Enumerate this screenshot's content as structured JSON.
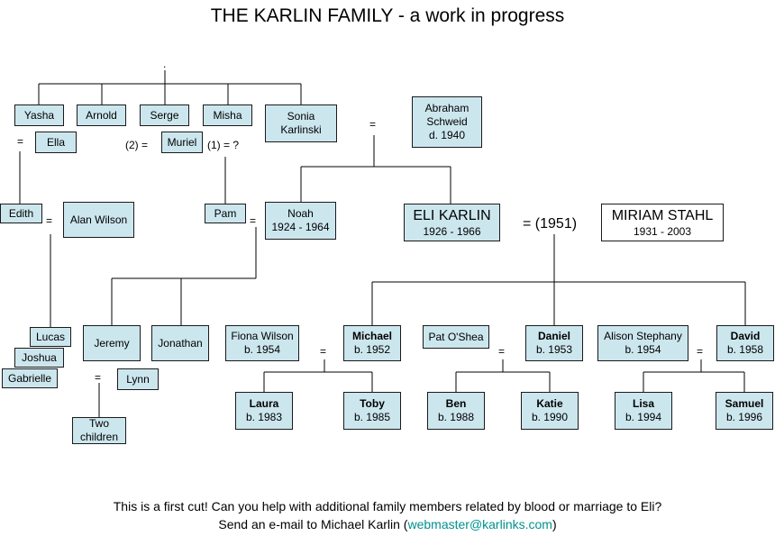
{
  "title": "THE KARLIN FAMILY  - a work in progress",
  "top_mark": ".",
  "people": {
    "yasha": {
      "name": "Yasha"
    },
    "arnold": {
      "name": "Arnold"
    },
    "serge": {
      "name": "Serge"
    },
    "misha": {
      "name": "Misha"
    },
    "sonia": {
      "name": "Sonia",
      "name2": "Karlinski"
    },
    "abraham": {
      "name": "Abraham",
      "name2": "Schweid",
      "dates": "d. 1940"
    },
    "ella": {
      "name": "Ella"
    },
    "muriel": {
      "name": "Muriel"
    },
    "edith": {
      "name": "Edith"
    },
    "alan": {
      "name": "Alan Wilson"
    },
    "pam": {
      "name": "Pam"
    },
    "noah": {
      "name": "Noah",
      "dates": "1924 - 1964"
    },
    "eli": {
      "name": "ELI KARLIN",
      "dates": "1926 - 1966"
    },
    "miriam": {
      "name": "MIRIAM STAHL",
      "dates": "1931 - 2003"
    },
    "lucas": {
      "name": "Lucas"
    },
    "joshua": {
      "name": "Joshua"
    },
    "gabrielle": {
      "name": "Gabrielle"
    },
    "jeremy": {
      "name": "Jeremy"
    },
    "jonathan": {
      "name": "Jonathan"
    },
    "lynn": {
      "name": "Lynn"
    },
    "two_children": {
      "name": "Two",
      "name2": "children"
    },
    "fiona": {
      "name": "Fiona Wilson",
      "dates": "b. 1954"
    },
    "michael": {
      "name": "Michael",
      "dates": "b. 1952"
    },
    "pat": {
      "name": "Pat O'Shea"
    },
    "daniel": {
      "name": "Daniel",
      "dates": "b. 1953"
    },
    "alison": {
      "name": "Alison Stephany",
      "dates": "b. 1954"
    },
    "david": {
      "name": "David",
      "dates": "b. 1958"
    },
    "laura": {
      "name": "Laura",
      "dates": "b. 1983"
    },
    "toby": {
      "name": "Toby",
      "dates": "b. 1985"
    },
    "ben": {
      "name": "Ben",
      "dates": "b. 1988"
    },
    "katie": {
      "name": "Katie",
      "dates": "b. 1990"
    },
    "lisa": {
      "name": "Lisa",
      "dates": "b. 1994"
    },
    "samuel": {
      "name": "Samuel",
      "dates": "b. 1996"
    }
  },
  "marriage_labels": {
    "yasha_ella": "=",
    "serge_muriel": "(2) =",
    "misha_unknown": "(1) = ?",
    "sonia_abraham": "=",
    "edith_alan": "=",
    "noah_pam": "=",
    "eli_miriam": "= (1951)",
    "jeremy_lynn": "=",
    "michael_fiona": "=",
    "daniel_pat": "=",
    "david_alison": "="
  },
  "footer": {
    "line1": "This is a first cut!  Can you help with additional family members related by blood or marriage to Eli?",
    "line2_prefix": "Send an e-mail to Michael Karlin (",
    "email": "webmaster@karlinks.com",
    "line2_suffix": ")"
  }
}
